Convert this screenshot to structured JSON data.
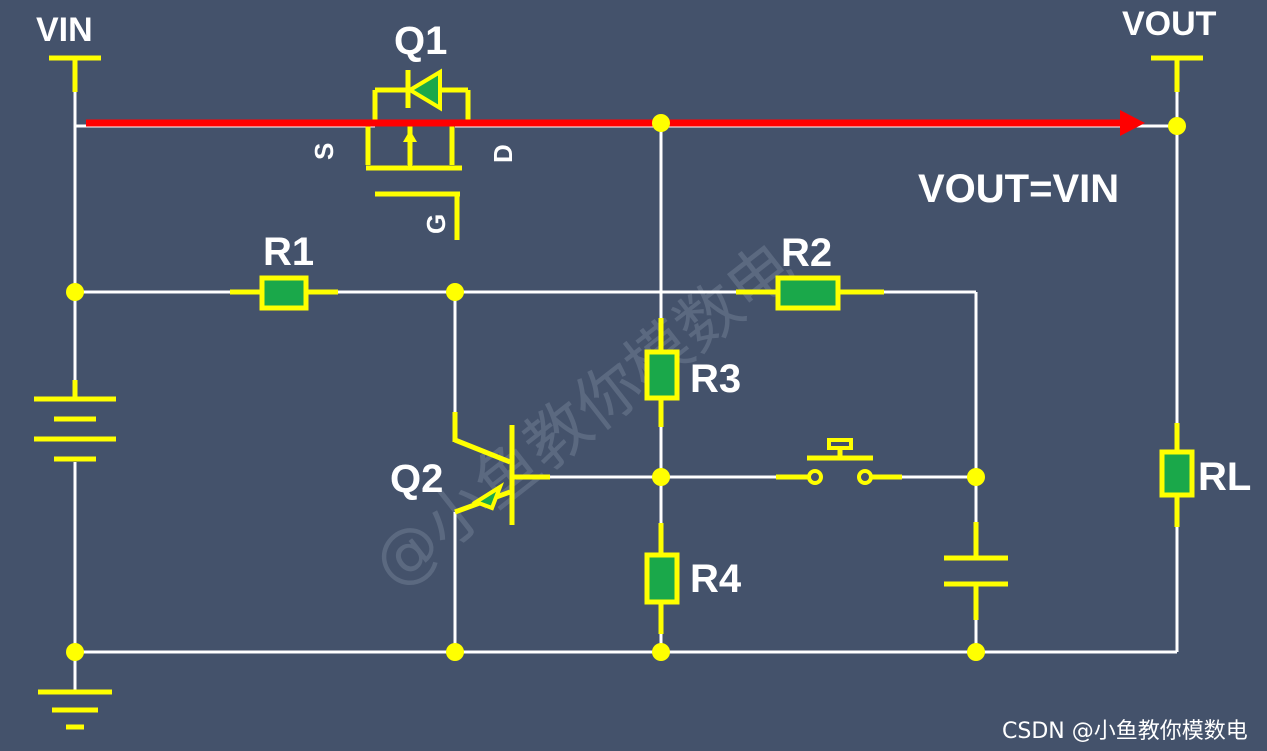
{
  "labels": {
    "vin": "VIN",
    "vout": "VOUT",
    "q1": "Q1",
    "q2": "Q2",
    "r1": "R1",
    "r2": "R2",
    "r3": "R3",
    "r4": "R4",
    "rl": "RL",
    "pin_s": "S",
    "pin_d": "D",
    "pin_g": "G",
    "equation": "VOUT=VIN"
  },
  "watermark": "@小鱼教你模数电",
  "footer": "CSDN @小鱼教你模数电",
  "colors": {
    "background": "#44526b",
    "wire": "#ffffff",
    "component": "#ffff00",
    "resistor_fill": "#1aa84a",
    "current_arrow": "#ff0000",
    "watermark": "#6f7c92"
  }
}
